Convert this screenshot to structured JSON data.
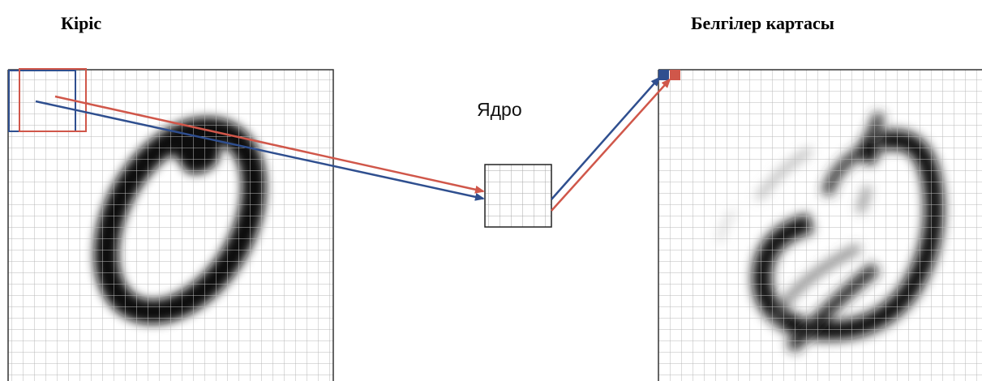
{
  "labels": {
    "input_title": "Кіріс",
    "feature_map_title": "Белгілер картасы",
    "kernel_label": "Ядро"
  },
  "colors": {
    "blue": "#2f4f8f",
    "red": "#d0574a",
    "grid": "#b9b9b9",
    "frame": "#333333",
    "ink": "#000000"
  },
  "grids": {
    "input_cells": 28,
    "kernel_cells": 5,
    "feature_map_cells": 28
  }
}
